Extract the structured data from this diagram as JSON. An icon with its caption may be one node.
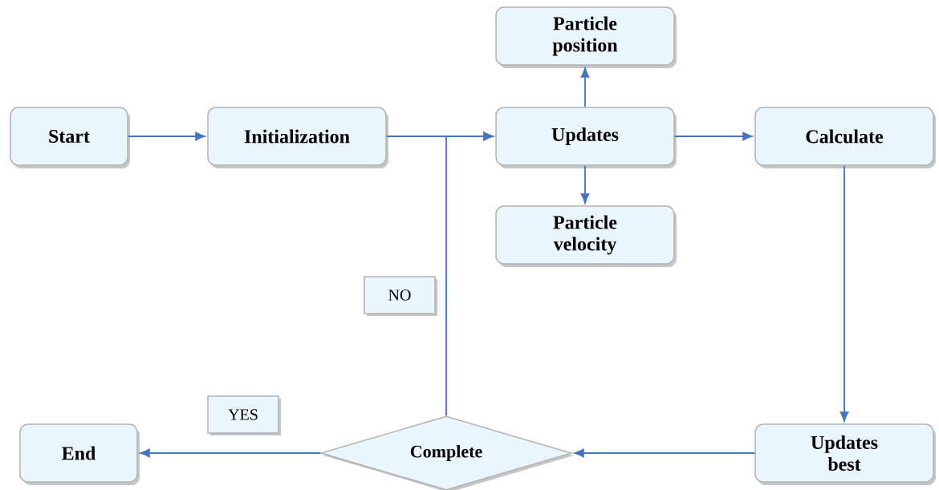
{
  "diagram": {
    "nodes": [
      {
        "text": [
          "Start"
        ]
      },
      {
        "text": [
          "Initialization"
        ]
      },
      {
        "text": [
          "Updates"
        ]
      },
      {
        "text": [
          "Particle position"
        ]
      },
      {
        "text": [
          "Particle velocity"
        ]
      },
      {
        "text": [
          "Calculate"
        ]
      },
      {
        "text": [
          "Updates best"
        ]
      },
      {
        "text": [
          "Complete"
        ]
      },
      {
        "text": [
          "End"
        ]
      },
      {
        "text": [
          "NO"
        ]
      },
      {
        "text": [
          "YES"
        ]
      }
    ],
    "edges": [
      {
        "from": 0,
        "to": 1,
        "arrow": "to"
      },
      {
        "from": 1,
        "to": 2,
        "arrow": "to"
      },
      {
        "from": 7,
        "to": 2,
        "arrow": "to"
      },
      {
        "from": 2,
        "to": 3,
        "arrow": "to"
      },
      {
        "from": 2,
        "to": 4,
        "arrow": "to"
      },
      {
        "from": 2,
        "to": 5,
        "arrow": "to"
      },
      {
        "from": 5,
        "to": 6,
        "arrow": "to"
      },
      {
        "from": 6,
        "to": 7,
        "arrow": "to"
      },
      {
        "from": 7,
        "to": 8,
        "arrow": "to"
      }
    ]
  }
}
